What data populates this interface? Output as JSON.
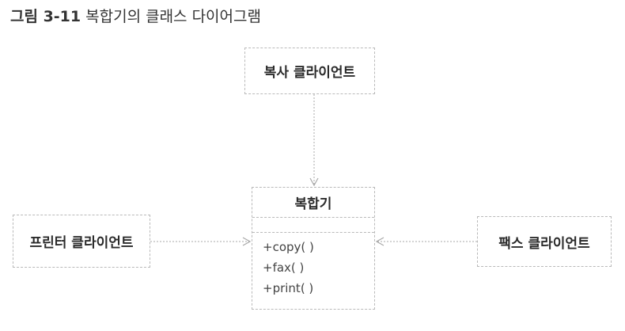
{
  "caption": {
    "number": "그림 3-11",
    "title": "복합기의 클래스 다이어그램"
  },
  "nodes": {
    "copy_client": "복사 클라이언트",
    "printer_client": "프린터 클라이언트",
    "fax_client": "팩스 클라이언트"
  },
  "class": {
    "name": "복합기",
    "operations": [
      "+copy( )",
      "+fax( )",
      "+print( )"
    ]
  },
  "colors": {
    "border": "#b9b9b9",
    "arrow": "#a8a8a8",
    "text": "#2b2b2b"
  }
}
